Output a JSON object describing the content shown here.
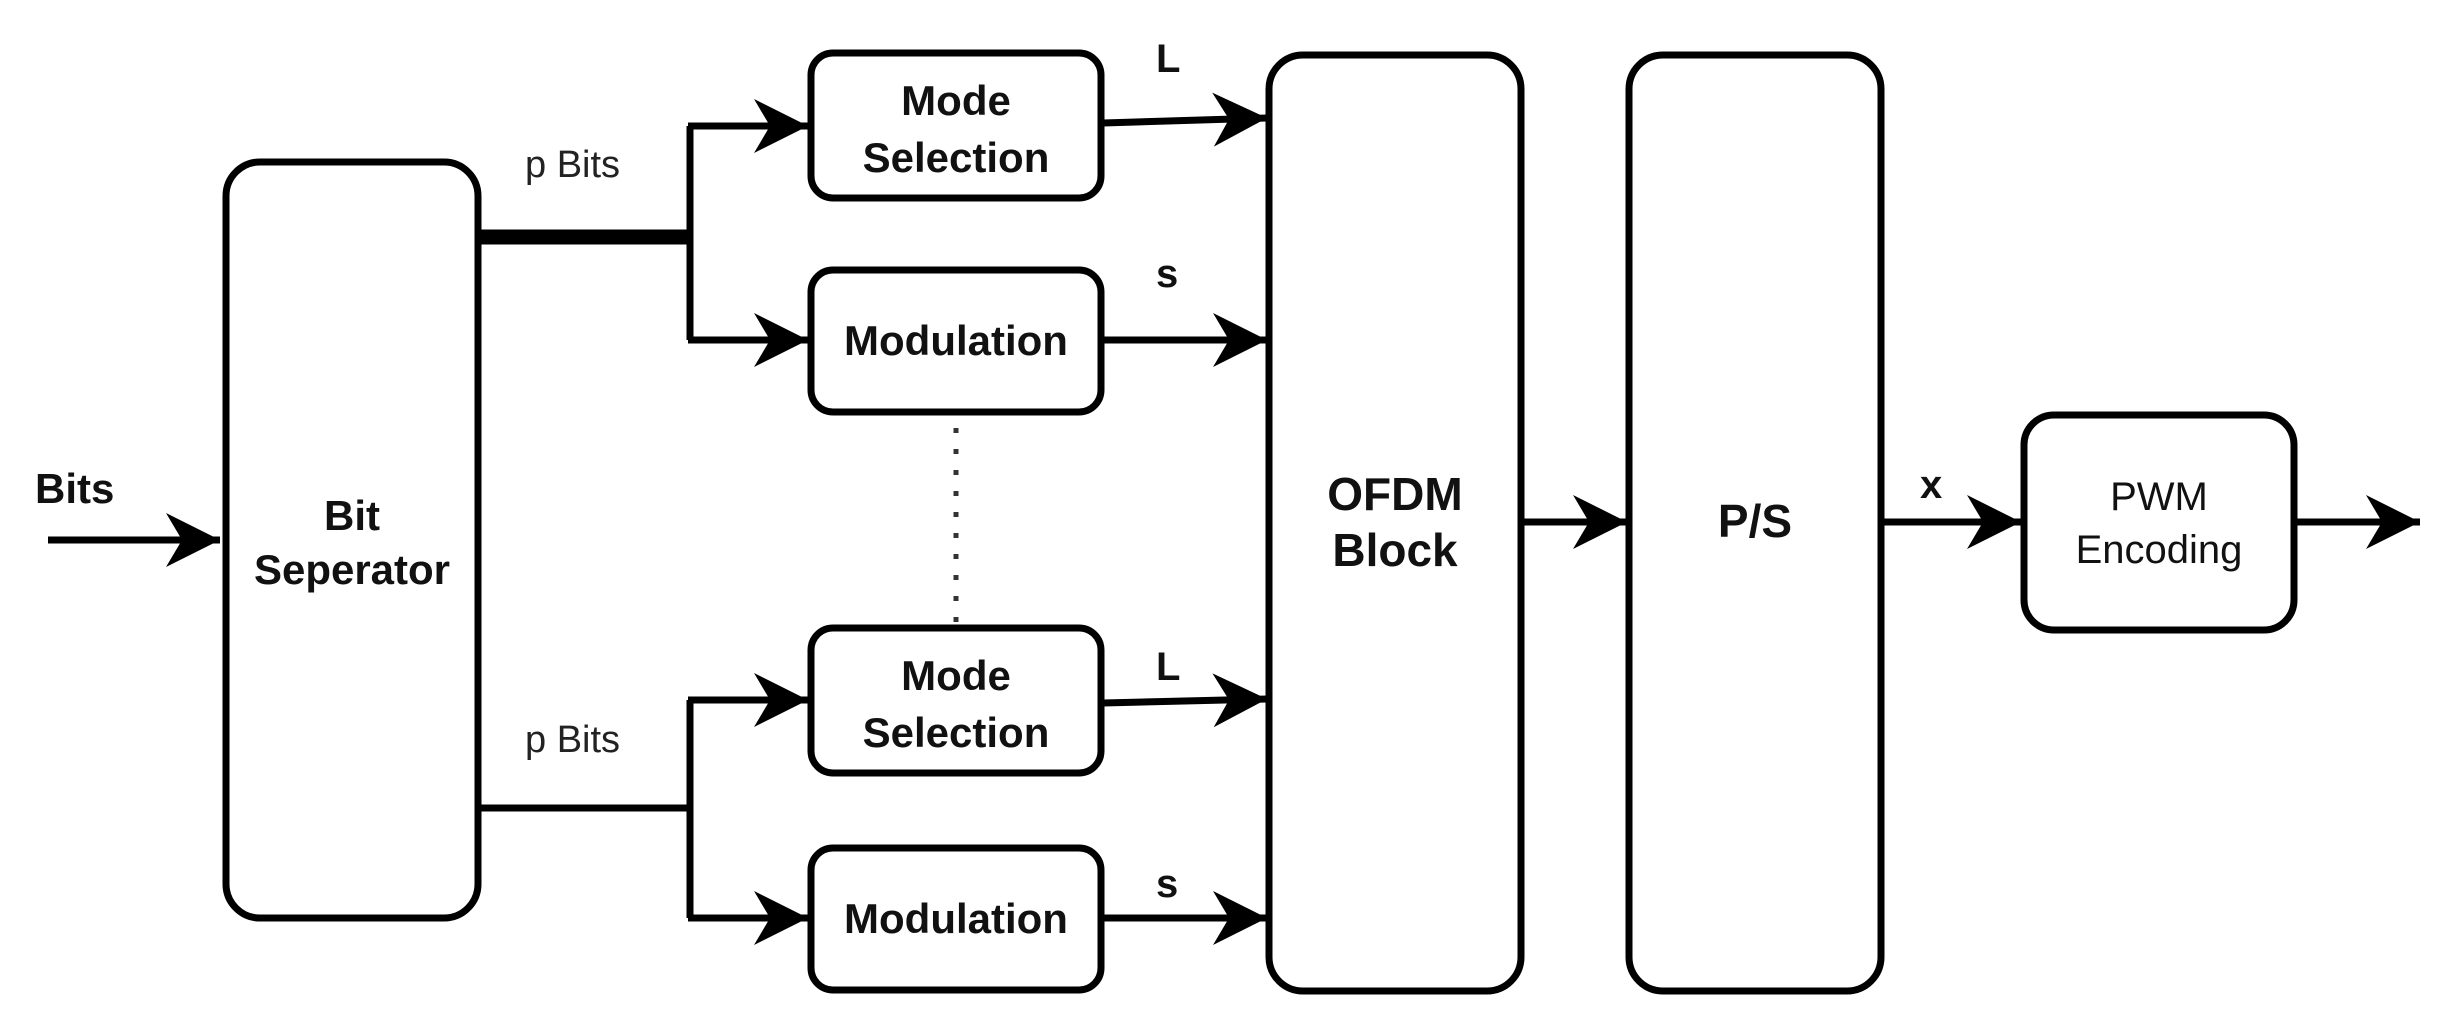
{
  "input_label": "Bits",
  "bit_separator": {
    "line1": "Bit",
    "line2": "Seperator"
  },
  "upper_branch": {
    "bits_label": "p Bits",
    "mode_selection": {
      "line1": "Mode",
      "line2": "Selection"
    },
    "modulation": "Modulation",
    "mode_output_label": "L",
    "modulation_output_label": "s"
  },
  "lower_branch": {
    "bits_label": "p Bits",
    "mode_selection": {
      "line1": "Mode",
      "line2": "Selection"
    },
    "modulation": "Modulation",
    "mode_output_label": "L",
    "modulation_output_label": "s"
  },
  "ofdm_block": {
    "line1": "OFDM",
    "line2": "Block"
  },
  "ps_block": "P/S",
  "ps_output_label": "x",
  "pwm_block": {
    "line1": "PWM",
    "line2": "Encoding"
  },
  "colors": {
    "stroke": "#000000",
    "background": "#ffffff",
    "text": "#111111"
  }
}
